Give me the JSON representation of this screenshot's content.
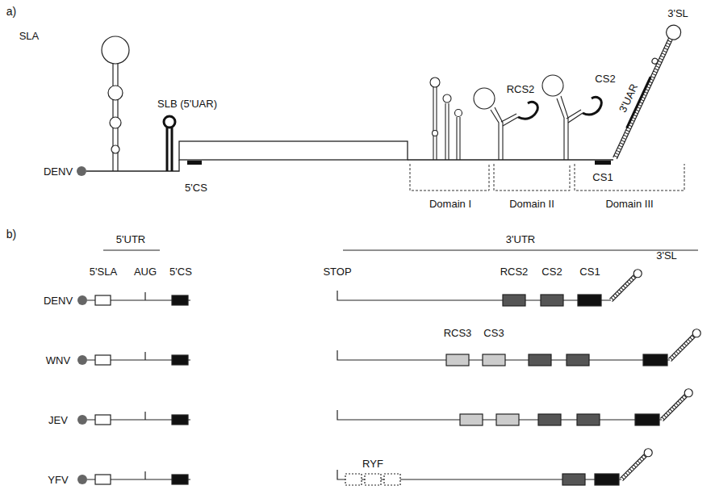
{
  "diagram": {
    "labels": [
      "a)",
      "SLA",
      "SLB (5'UAR)",
      "DENV",
      "5'CS",
      "RCS2",
      "CS2",
      "3'UAR",
      "3'SL",
      "CS1",
      "Domain I",
      "Domain II",
      "Domain III",
      "b)",
      "5'UTR",
      "3'UTR",
      "5'SLA",
      "AUG",
      "5'CS",
      "STOP",
      "RCS2",
      "CS2",
      "CS1",
      "3'SL",
      "DENV",
      "WNV",
      "RCS3",
      "CS3",
      "JEV",
      "YFV",
      "RYF"
    ]
  }
}
